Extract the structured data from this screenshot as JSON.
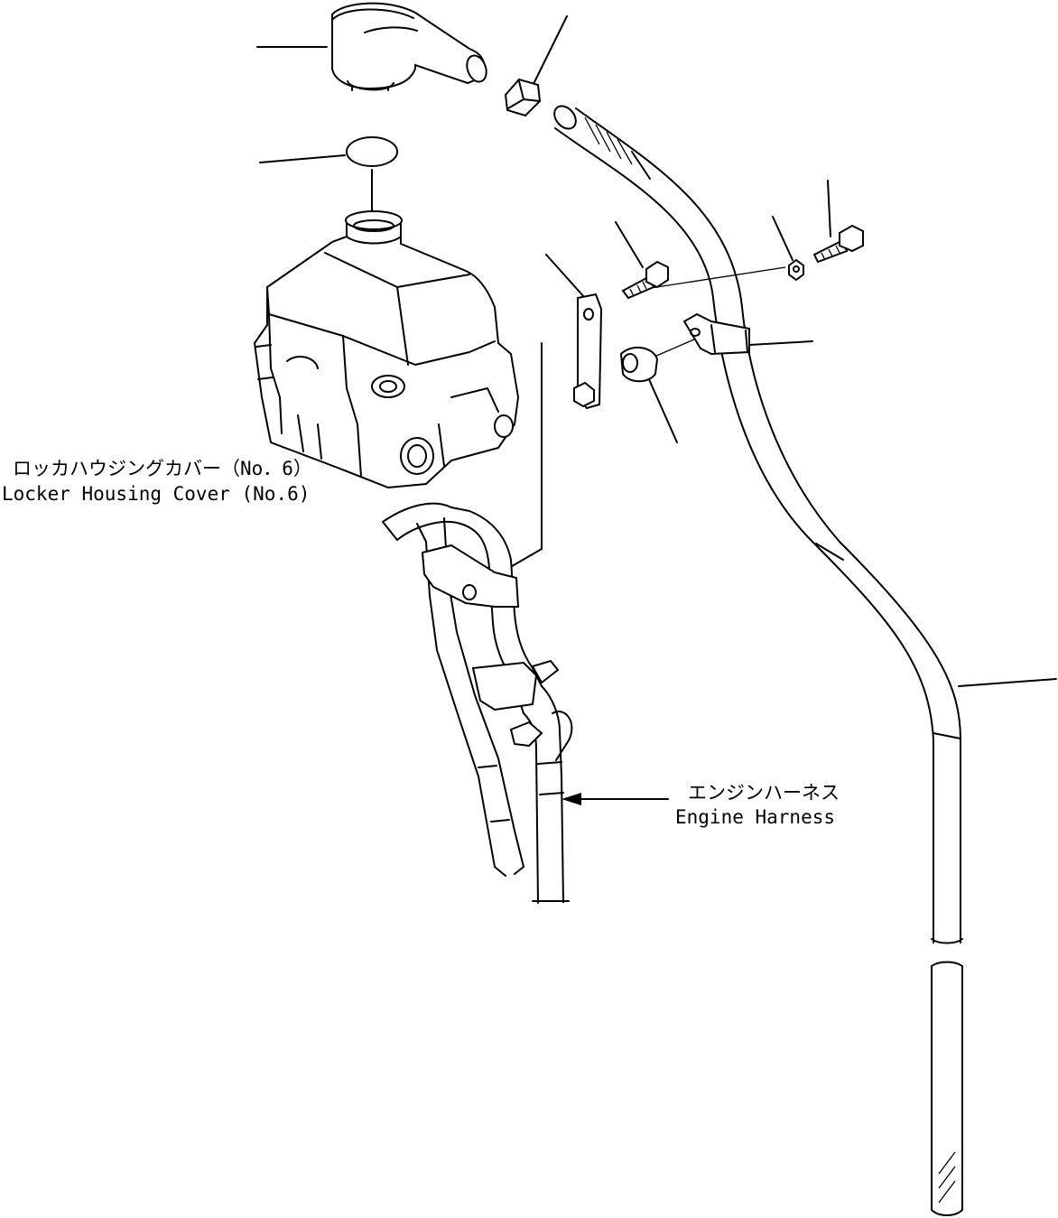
{
  "labels": {
    "locker_cover_jp": "ロッカハウジングカバー（No．6）",
    "locker_cover_en": "Locker Housing Cover (No.6)",
    "engine_harness_jp": "エンジンハーネス",
    "engine_harness_en": "Engine Harness"
  },
  "colors": {
    "line": "#000000",
    "background": "#ffffff"
  }
}
